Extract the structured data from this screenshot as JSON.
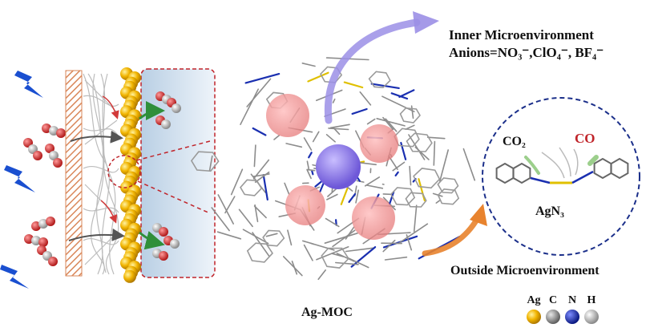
{
  "labels": {
    "inner_title": "Inner Microenvironment",
    "anions": "Anions=NO₃⁻,ClO₄⁻, BF₄⁻",
    "outside": "Outside Microenvironment",
    "agmoc": "Ag-MOC",
    "agn3": "AgN₃",
    "co2": "CO₂",
    "co": "CO"
  },
  "legend": {
    "symbols": [
      "Ag",
      "C",
      "N",
      "H"
    ],
    "colors": [
      "#f0c000",
      "#9a9a9a",
      "#1a2fb0",
      "#e6e6e6"
    ]
  },
  "colors": {
    "lightning": "#1a4fd0",
    "hatch": "#d9875a",
    "gold": "#f1b400",
    "electrolyte": "#cfe0ef",
    "dashed_red": "#c0242a",
    "dashed_blue": "#1b2f8a",
    "arrow_violet": "#9b8fe6",
    "arrow_orange": "#e8832e",
    "pink_sphere": "#f29a9a",
    "violet_sphere": "#8a76e3"
  }
}
